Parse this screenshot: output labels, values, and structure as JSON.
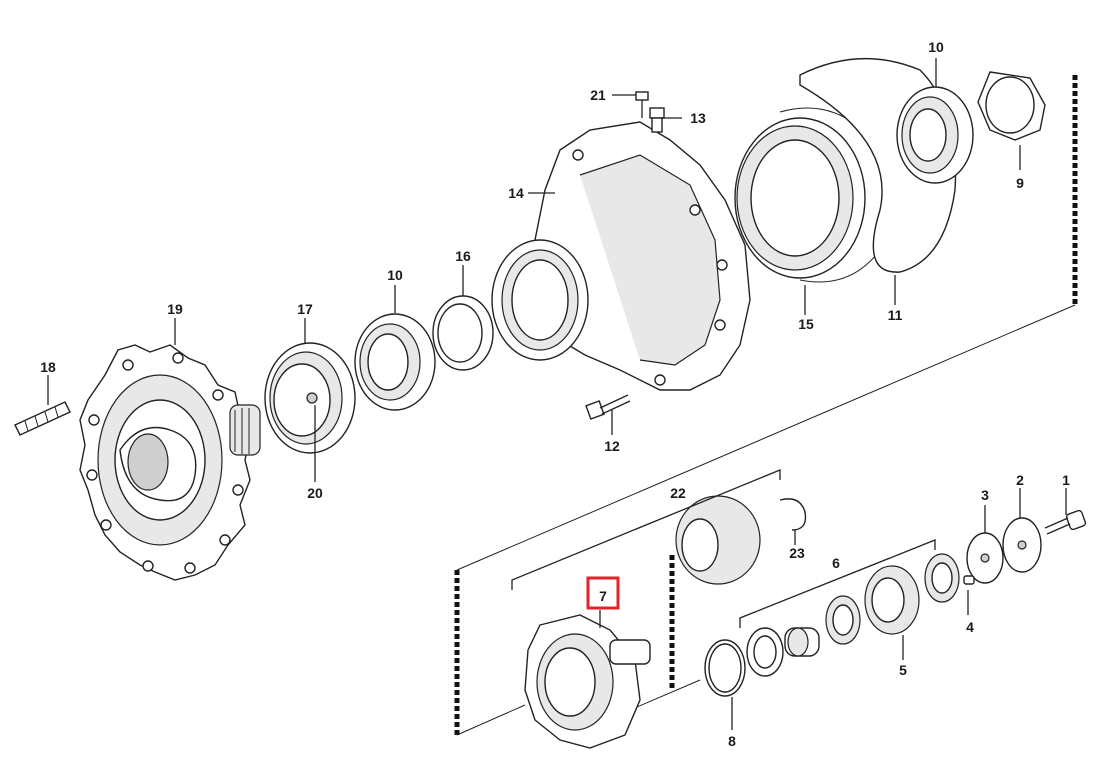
{
  "highlight_color": "#e0262b",
  "callouts": {
    "c1": "1",
    "c2": "2",
    "c3": "3",
    "c4": "4",
    "c5": "5",
    "c6": "6",
    "c7": "7",
    "c8": "8",
    "c9": "9",
    "c10a": "10",
    "c10b": "10",
    "c11": "11",
    "c12": "12",
    "c13": "13",
    "c14": "14",
    "c15": "15",
    "c16": "16",
    "c17": "17",
    "c18": "18",
    "c19": "19",
    "c20": "20",
    "c21": "21",
    "c22": "22",
    "c23": "23"
  },
  "highlighted_callout": "7"
}
